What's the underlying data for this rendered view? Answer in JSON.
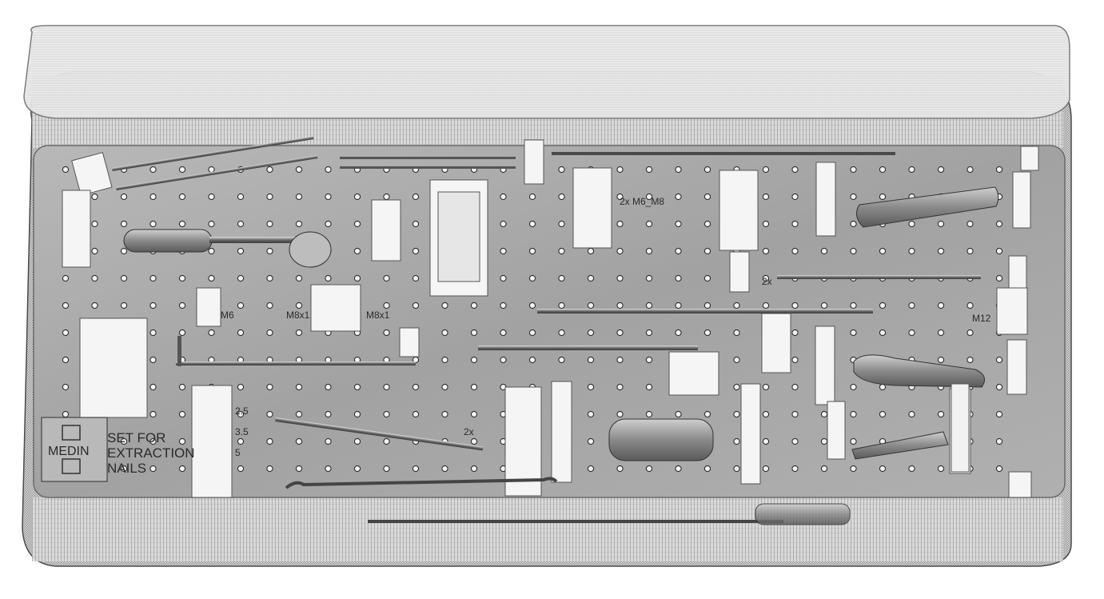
{
  "brand": {
    "logo_text": "MEDIN",
    "title_lines": [
      "SET FOR",
      "EXTRACTION",
      "NAILS"
    ]
  },
  "labels": {
    "m6_m8": "2x M6_M8",
    "m6": "M6",
    "m8x1_a": "M8x1",
    "m8x1_b": "M8x1",
    "m12": "M12",
    "two_x_rod": "2x",
    "two_x_pin": "2x",
    "size_25": "2.5",
    "size_35": "3.5",
    "size_5": "5"
  },
  "colors": {
    "tray": "#a7a7a7",
    "hole": "#3a3a3a",
    "holder": "#f4f4f4",
    "lid": "#e9e9e9",
    "mesh": "#555555"
  }
}
